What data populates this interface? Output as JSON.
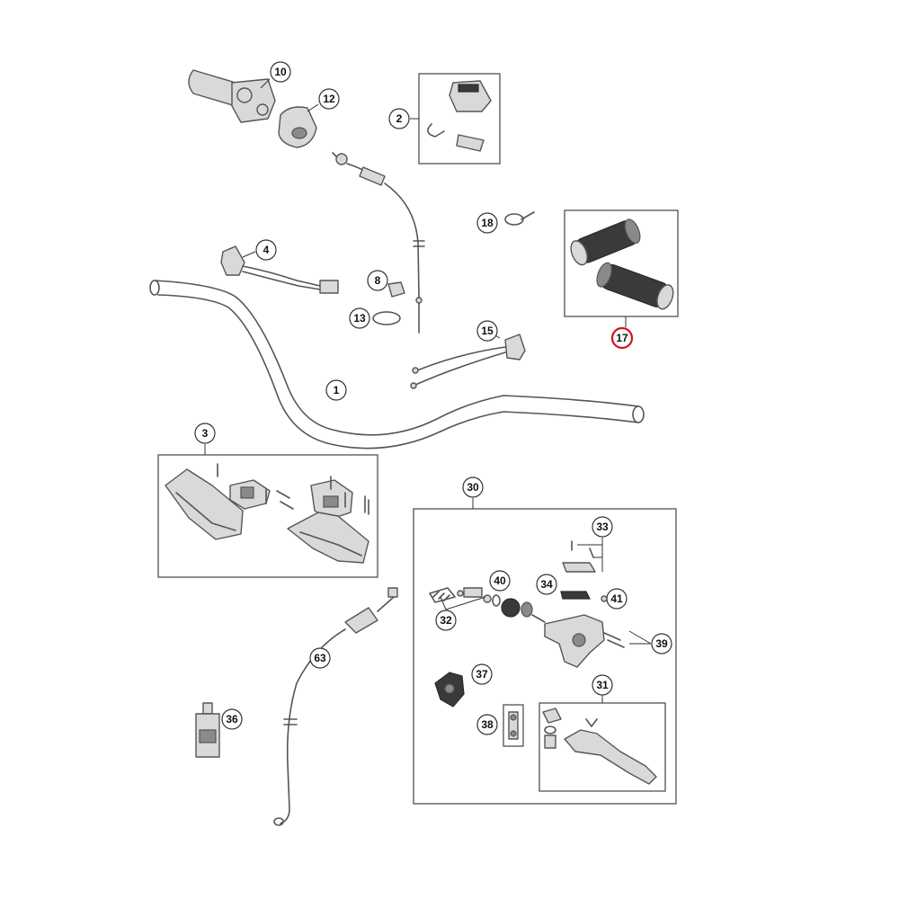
{
  "colors": {
    "background": "#ffffff",
    "line": "#555555",
    "callout_border": "#333333",
    "highlight": "#d0141c",
    "grip_dark": "#3a3a3a"
  },
  "callouts": [
    {
      "id": "c10",
      "label": "10"
    },
    {
      "id": "c12",
      "label": "12"
    },
    {
      "id": "c2",
      "label": "2"
    },
    {
      "id": "c18",
      "label": "18"
    },
    {
      "id": "c17",
      "label": "17",
      "highlighted": true
    },
    {
      "id": "c4",
      "label": "4"
    },
    {
      "id": "c8",
      "label": "8"
    },
    {
      "id": "c13",
      "label": "13"
    },
    {
      "id": "c15",
      "label": "15"
    },
    {
      "id": "c1",
      "label": "1"
    },
    {
      "id": "c3",
      "label": "3"
    },
    {
      "id": "c30",
      "label": "30"
    },
    {
      "id": "c33",
      "label": "33"
    },
    {
      "id": "c40",
      "label": "40"
    },
    {
      "id": "c34",
      "label": "34"
    },
    {
      "id": "c41",
      "label": "41"
    },
    {
      "id": "c32",
      "label": "32"
    },
    {
      "id": "c39",
      "label": "39"
    },
    {
      "id": "c63",
      "label": "63"
    },
    {
      "id": "c37",
      "label": "37"
    },
    {
      "id": "c31",
      "label": "31"
    },
    {
      "id": "c36",
      "label": "36"
    },
    {
      "id": "c38",
      "label": "38"
    }
  ]
}
